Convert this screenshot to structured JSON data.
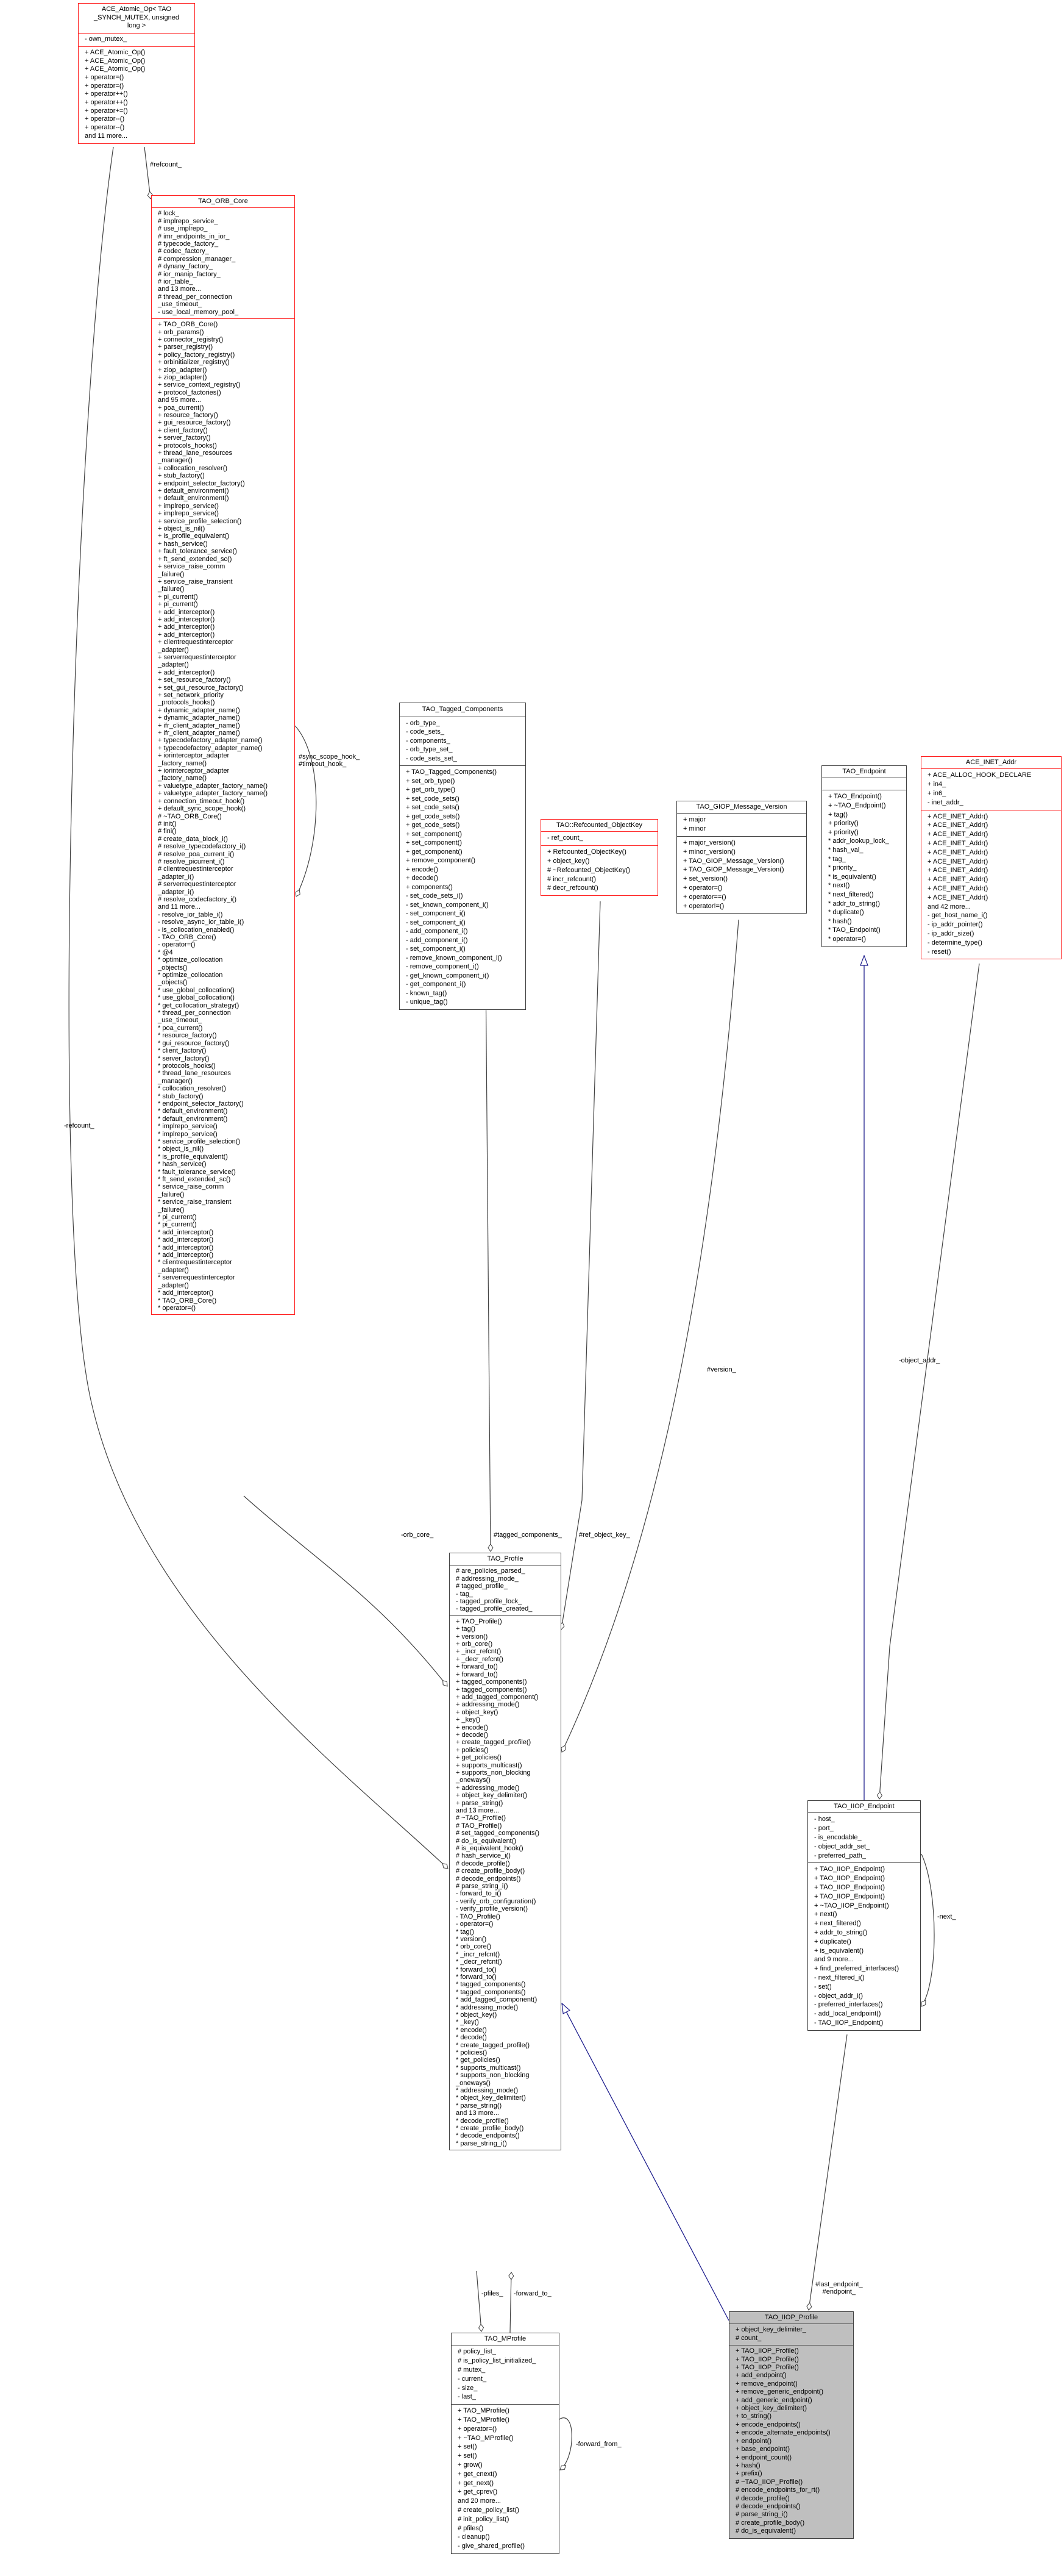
{
  "classes": [
    {
      "id": "atomic",
      "name": "ACE_Atomic_Op< TAO\n_SYNCH_MUTEX, unsigned\nlong >",
      "style": "red",
      "attributes": [
        "- own_mutex_"
      ],
      "methods": [
        "+ ACE_Atomic_Op()",
        "+ ACE_Atomic_Op()",
        "+ ACE_Atomic_Op()",
        "+ operator=()",
        "+ operator=()",
        "+ operator++()",
        "+ operator++()",
        "+ operator+=()",
        "+ operator--()",
        "+ operator--()",
        "and 11 more..."
      ]
    },
    {
      "id": "orbcore",
      "name": "TAO_ORB_Core",
      "style": "red",
      "attributes": [
        "# lock_",
        "# implrepo_service_",
        "# use_implrepo_",
        "# imr_endpoints_in_ior_",
        "# typecode_factory_",
        "# codec_factory_",
        "# compression_manager_",
        "# dynany_factory_",
        "# ior_manip_factory_",
        "# ior_table_",
        "and 13 more...",
        "# thread_per_connection\n_use_timeout_",
        "- use_local_memory_pool_"
      ],
      "methods": [
        "+ TAO_ORB_Core()",
        "+ orb_params()",
        "+ connector_registry()",
        "+ parser_registry()",
        "+ policy_factory_registry()",
        "+ orbinitializer_registry()",
        "+ ziop_adapter()",
        "+ ziop_adapter()",
        "+ service_context_registry()",
        "+ protocol_factories()",
        "and 95 more...",
        "+ poa_current()",
        "+ resource_factory()",
        "+ gui_resource_factory()",
        "+ client_factory()",
        "+ server_factory()",
        "+ protocols_hooks()",
        "+ thread_lane_resources\n_manager()",
        "+ collocation_resolver()",
        "+ stub_factory()",
        "+ endpoint_selector_factory()",
        "+ default_environment()",
        "+ default_environment()",
        "+ implrepo_service()",
        "+ implrepo_service()",
        "+ service_profile_selection()",
        "+ object_is_nil()",
        "+ is_profile_equivalent()",
        "+ hash_service()",
        "+ fault_tolerance_service()",
        "+ ft_send_extended_sc()",
        "+ service_raise_comm\n_failure()",
        "+ service_raise_transient\n_failure()",
        "+ pi_current()",
        "+ pi_current()",
        "+ add_interceptor()",
        "+ add_interceptor()",
        "+ add_interceptor()",
        "+ add_interceptor()",
        "+ clientrequestinterceptor\n_adapter()",
        "+ serverrequestinterceptor\n_adapter()",
        "+ add_interceptor()",
        "+ set_resource_factory()",
        "+ set_gui_resource_factory()",
        "+ set_network_priority\n_protocols_hooks()",
        "+ dynamic_adapter_name()",
        "+ dynamic_adapter_name()",
        "+ ifr_client_adapter_name()",
        "+ ifr_client_adapter_name()",
        "+ typecodefactory_adapter_name()",
        "+ typecodefactory_adapter_name()",
        "+ iorinterceptor_adapter\n_factory_name()",
        "+ iorinterceptor_adapter\n_factory_name()",
        "+ valuetype_adapter_factory_name()",
        "+ valuetype_adapter_factory_name()",
        "+ connection_timeout_hook()",
        "+ default_sync_scope_hook()",
        "# ~TAO_ORB_Core()",
        "# init()",
        "# fini()",
        "# create_data_block_i()",
        "# resolve_typecodefactory_i()",
        "# resolve_poa_current_i()",
        "# resolve_picurrent_i()",
        "# clientrequestinterceptor\n_adapter_i()",
        "# serverrequestinterceptor\n_adapter_i()",
        "# resolve_codecfactory_i()",
        "and 11 more...",
        "- resolve_ior_table_i()",
        "- resolve_async_ior_table_i()",
        "- is_collocation_enabled()",
        "- TAO_ORB_Core()",
        "- operator=()",
        "* @4",
        "* optimize_collocation\n_objects()",
        "* optimize_collocation\n_objects()",
        "* use_global_collocation()",
        "* use_global_collocation()",
        "* get_collocation_strategy()",
        "* thread_per_connection\n_use_timeout_",
        "* poa_current()",
        "* resource_factory()",
        "* gui_resource_factory()",
        "* client_factory()",
        "* server_factory()",
        "* protocols_hooks()",
        "* thread_lane_resources\n_manager()",
        "* collocation_resolver()",
        "* stub_factory()",
        "* endpoint_selector_factory()",
        "* default_environment()",
        "* default_environment()",
        "* implrepo_service()",
        "* implrepo_service()",
        "* service_profile_selection()",
        "* object_is_nil()",
        "* is_profile_equivalent()",
        "* hash_service()",
        "* fault_tolerance_service()",
        "* ft_send_extended_sc()",
        "* service_raise_comm\n_failure()",
        "* service_raise_transient\n_failure()",
        "* pi_current()",
        "* pi_current()",
        "* add_interceptor()",
        "* add_interceptor()",
        "* add_interceptor()",
        "* add_interceptor()",
        "* clientrequestinterceptor\n_adapter()",
        "* serverrequestinterceptor\n_adapter()",
        "* add_interceptor()",
        "* TAO_ORB_Core()",
        "* operator=()"
      ]
    },
    {
      "id": "tagged",
      "name": "TAO_Tagged_Components",
      "style": "black",
      "attributes": [
        "- orb_type_",
        "- code_sets_",
        "- components_",
        "- orb_type_set_",
        "- code_sets_set_"
      ],
      "methods": [
        "+ TAO_Tagged_Components()",
        "+ set_orb_type()",
        "+ get_orb_type()",
        "+ set_code_sets()",
        "+ set_code_sets()",
        "+ get_code_sets()",
        "+ get_code_sets()",
        "+ set_component()",
        "+ set_component()",
        "+ get_component()",
        "+ remove_component()",
        "+ encode()",
        "+ decode()",
        "+ components()",
        "- set_code_sets_i()",
        "- set_known_component_i()",
        "- set_component_i()",
        "- set_component_i()",
        "- add_component_i()",
        "- add_component_i()",
        "- set_component_i()",
        "- remove_known_component_i()",
        "- remove_component_i()",
        "- get_known_component_i()",
        "- get_component_i()",
        "- known_tag()",
        "- unique_tag()"
      ]
    },
    {
      "id": "refkey",
      "name": "TAO::Refcounted_ObjectKey",
      "style": "red",
      "attributes": [
        "- ref_count_"
      ],
      "methods": [
        "+ Refcounted_ObjectKey()",
        "+ object_key()",
        "# ~Refcounted_ObjectKey()",
        "# incr_refcount()",
        "# decr_refcount()"
      ]
    },
    {
      "id": "giop",
      "name": "TAO_GIOP_Message_Version",
      "style": "black",
      "attributes": [
        "+ major",
        "+ minor"
      ],
      "methods": [
        "+ major_version()",
        "+ minor_version()",
        "+ TAO_GIOP_Message_Version()",
        "+ TAO_GIOP_Message_Version()",
        "+ set_version()",
        "+ operator=()",
        "+ operator==()",
        "+ operator!=()"
      ]
    },
    {
      "id": "endpoint",
      "name": "TAO_Endpoint",
      "style": "black",
      "attributes": [],
      "methods": [
        "+ TAO_Endpoint()",
        "+ ~TAO_Endpoint()",
        "+ tag()",
        "+ priority()",
        "+ priority()",
        "* addr_lookup_lock_",
        "* hash_val_",
        "* tag_",
        "* priority_",
        "* is_equivalent()",
        "* next()",
        "* next_filtered()",
        "* addr_to_string()",
        "* duplicate()",
        "* hash()",
        "* TAO_Endpoint()",
        "* operator=()"
      ]
    },
    {
      "id": "inet",
      "name": "ACE_INET_Addr",
      "style": "red",
      "attributes": [
        "+ ACE_ALLOC_HOOK_DECLARE",
        "+ in4_",
        "+ in6_",
        "- inet_addr_"
      ],
      "methods": [
        "+ ACE_INET_Addr()",
        "+ ACE_INET_Addr()",
        "+ ACE_INET_Addr()",
        "+ ACE_INET_Addr()",
        "+ ACE_INET_Addr()",
        "+ ACE_INET_Addr()",
        "+ ACE_INET_Addr()",
        "+ ACE_INET_Addr()",
        "+ ACE_INET_Addr()",
        "+ ACE_INET_Addr()",
        "and 42 more...",
        "- get_host_name_i()",
        "- ip_addr_pointer()",
        "- ip_addr_size()",
        "- determine_type()",
        "- reset()"
      ]
    },
    {
      "id": "profile",
      "name": "TAO_Profile",
      "style": "black",
      "attributes": [
        "# are_policies_parsed_",
        "# addressing_mode_",
        "# tagged_profile_",
        "- tag_",
        "- tagged_profile_lock_",
        "- tagged_profile_created_"
      ],
      "methods": [
        "+ TAO_Profile()",
        "+ tag()",
        "+ version()",
        "+ orb_core()",
        "+ _incr_refcnt()",
        "+ _decr_refcnt()",
        "+ forward_to()",
        "+ forward_to()",
        "+ tagged_components()",
        "+ tagged_components()",
        "+ add_tagged_component()",
        "+ addressing_mode()",
        "+ object_key()",
        "+ _key()",
        "+ encode()",
        "+ decode()",
        "+ create_tagged_profile()",
        "+ policies()",
        "+ get_policies()",
        "+ supports_multicast()",
        "+ supports_non_blocking\n_oneways()",
        "+ addressing_mode()",
        "+ object_key_delimiter()",
        "+ parse_string()",
        "and 13 more...",
        "# ~TAO_Profile()",
        "# TAO_Profile()",
        "# set_tagged_components()",
        "# do_is_equivalent()",
        "# is_equivalent_hook()",
        "# hash_service_i()",
        "# decode_profile()",
        "# create_profile_body()",
        "# decode_endpoints()",
        "# parse_string_i()",
        "- forward_to_i()",
        "- verify_orb_configuration()",
        "- verify_profile_version()",
        "- TAO_Profile()",
        "- operator=()",
        "* tag()",
        "* version()",
        "* orb_core()",
        "* _incr_refcnt()",
        "* _decr_refcnt()",
        "* forward_to()",
        "* forward_to()",
        "* tagged_components()",
        "* tagged_components()",
        "* add_tagged_component()",
        "* addressing_mode()",
        "* object_key()",
        "* _key()",
        "* encode()",
        "* decode()",
        "* create_tagged_profile()",
        "* policies()",
        "* get_policies()",
        "* supports_multicast()",
        "* supports_non_blocking\n_oneways()",
        "* addressing_mode()",
        "* object_key_delimiter()",
        "* parse_string()",
        "and 13 more...",
        "* decode_profile()",
        "* create_profile_body()",
        "* decode_endpoints()",
        "* parse_string_i()"
      ]
    },
    {
      "id": "iiopep",
      "name": "TAO_IIOP_Endpoint",
      "style": "black",
      "attributes": [
        "- host_",
        "- port_",
        "- is_encodable_",
        "- object_addr_set_",
        "- preferred_path_"
      ],
      "methods": [
        "+ TAO_IIOP_Endpoint()",
        "+ TAO_IIOP_Endpoint()",
        "+ TAO_IIOP_Endpoint()",
        "+ TAO_IIOP_Endpoint()",
        "+ ~TAO_IIOP_Endpoint()",
        "+ next()",
        "+ next_filtered()",
        "+ addr_to_string()",
        "+ duplicate()",
        "+ is_equivalent()",
        "and 9 more...",
        "+ find_preferred_interfaces()",
        "- next_filtered_i()",
        "- set()",
        "- object_addr_i()",
        "- preferred_interfaces()",
        "- add_local_endpoint()",
        "- TAO_IIOP_Endpoint()"
      ]
    },
    {
      "id": "mprofile",
      "name": "TAO_MProfile",
      "style": "black",
      "attributes": [
        "# policy_list_",
        "# is_policy_list_initialized_",
        "# mutex_",
        "- current_",
        "- size_",
        "- last_"
      ],
      "methods": [
        "+ TAO_MProfile()",
        "+ TAO_MProfile()",
        "+ operator=()",
        "+ ~TAO_MProfile()",
        "+ set()",
        "+ set()",
        "+ grow()",
        "+ get_cnext()",
        "+ get_next()",
        "+ get_cprev()",
        "and 20 more...",
        "# create_policy_list()",
        "# init_policy_list()",
        "# pfiles()",
        "- cleanup()",
        "- give_shared_profile()"
      ]
    },
    {
      "id": "iiopprofile",
      "name": "TAO_IIOP_Profile",
      "style": "gray",
      "attributes": [
        "+ object_key_delimiter_",
        "# count_"
      ],
      "methods": [
        "+ TAO_IIOP_Profile()",
        "+ TAO_IIOP_Profile()",
        "+ TAO_IIOP_Profile()",
        "+ add_endpoint()",
        "+ remove_endpoint()",
        "+ remove_generic_endpoint()",
        "+ add_generic_endpoint()",
        "+ object_key_delimiter()",
        "+ to_string()",
        "+ encode_endpoints()",
        "+ encode_alternate_endpoints()",
        "+ endpoint()",
        "+ base_endpoint()",
        "+ endpoint_count()",
        "+ hash()",
        "+ prefix()",
        "# ~TAO_IIOP_Profile()",
        "# encode_endpoints_for_rt()",
        "# decode_profile()",
        "# decode_endpoints()",
        "# parse_string_i()",
        "# create_profile_body()",
        "# do_is_equivalent()"
      ]
    }
  ],
  "edge_labels": {
    "refcount_orb": "#refcount_",
    "refcount_profile": "-refcount_",
    "sync_hooks": "#sync_scope_hook_\n#timeout_hook_",
    "orb_core": "-orb_core_",
    "tagged_components": "#tagged_components_",
    "ref_object_key": "#ref_object_key_",
    "version": "#version_",
    "object_addr": "-object_addr_",
    "next": "-next_",
    "endpoints": "#last_endpoint_\n#endpoint_",
    "pfiles": "-pfiles_",
    "forward_to": "-forward_to_",
    "forward_from": "-forward_from_"
  },
  "colors": {
    "border": "#404040",
    "red_border": "#ff2020",
    "inheritance": "#1c1c8c",
    "highlight_fill": "#bfbfbf"
  }
}
